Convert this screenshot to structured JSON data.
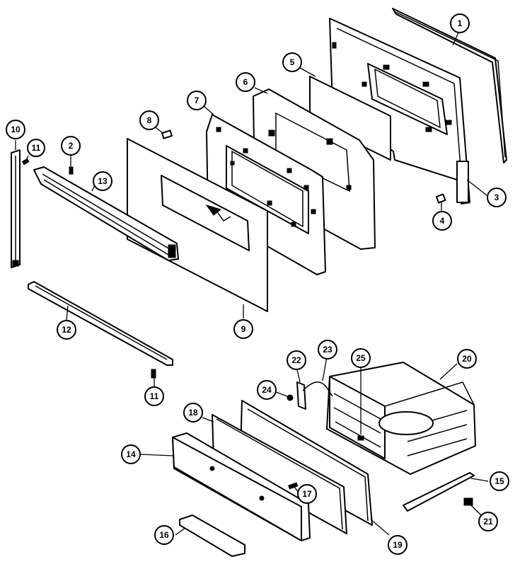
{
  "callouts": [
    {
      "number": "1"
    },
    {
      "number": "2"
    },
    {
      "number": "3"
    },
    {
      "number": "4"
    },
    {
      "number": "5"
    },
    {
      "number": "6"
    },
    {
      "number": "7"
    },
    {
      "number": "8"
    },
    {
      "number": "9"
    },
    {
      "number": "10"
    },
    {
      "number": "11"
    },
    {
      "number": "11"
    },
    {
      "number": "12"
    },
    {
      "number": "13"
    },
    {
      "number": "14"
    },
    {
      "number": "15"
    },
    {
      "number": "16"
    },
    {
      "number": "17"
    },
    {
      "number": "18"
    },
    {
      "number": "19"
    },
    {
      "number": "20"
    },
    {
      "number": "21"
    },
    {
      "number": "22"
    },
    {
      "number": "23"
    },
    {
      "number": "24"
    },
    {
      "number": "25"
    }
  ]
}
